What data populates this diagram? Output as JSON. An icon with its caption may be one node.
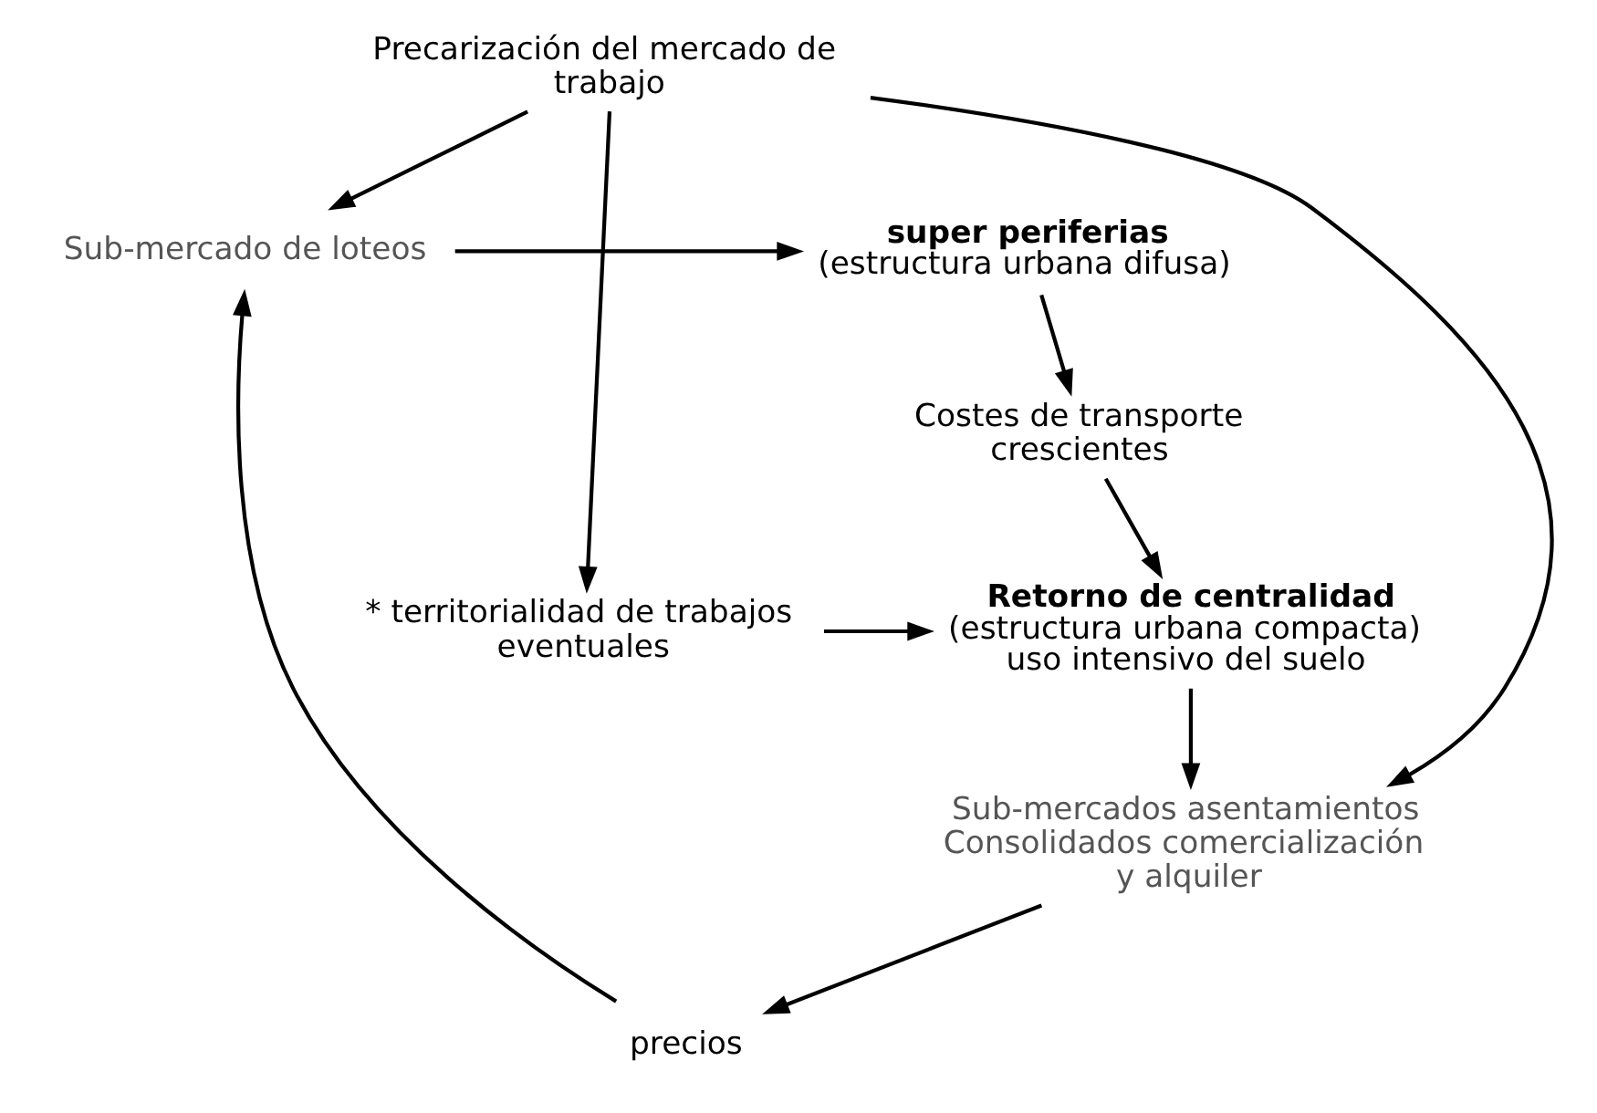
{
  "diagram": {
    "nodes": [
      {
        "text": [
          "Sub-mercado de loteos"
        ]
      },
      {
        "text": [
          "super periferias",
          "(estructura urbana difusa)"
        ]
      },
      {
        "text": [
          "Costes de transporte crescientes"
        ]
      },
      {
        "text": [
          "Precarización del mercado de trabajo"
        ]
      },
      {
        "text": [
          "precios"
        ]
      },
      {
        "text": [
          "* territorialidad de trabajos eventuales"
        ]
      },
      {
        "text": [
          "Retorno de centralidad",
          "(estructura urbana compacta) uso intensivo del suelo"
        ]
      },
      {
        "text": [
          "Sub-mercados asentamientos Consolidados comercialización y alquiler"
        ]
      }
    ],
    "edges": [
      {
        "from": 0,
        "to": 1,
        "arrow": "to"
      },
      {
        "from": 1,
        "to": 2,
        "arrow": "to"
      },
      {
        "from": 2,
        "to": 6,
        "arrow": "to"
      },
      {
        "from": 3,
        "to": 0,
        "arrow": "to"
      },
      {
        "from": 3,
        "to": 5,
        "arrow": "to"
      },
      {
        "from": 3,
        "to": 7,
        "arrow": "to"
      },
      {
        "from": 5,
        "to": 6,
        "arrow": "to"
      },
      {
        "from": 6,
        "to": 7,
        "arrow": "to"
      },
      {
        "from": 7,
        "to": 4,
        "arrow": "to"
      },
      {
        "from": 4,
        "to": 0,
        "arrow": "to"
      }
    ]
  }
}
